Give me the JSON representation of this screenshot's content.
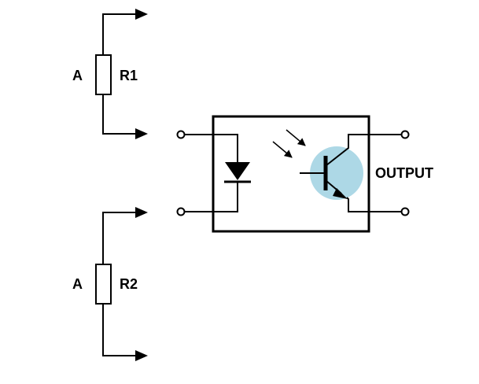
{
  "labels": {
    "r1_value": "A",
    "r1_name": "R1",
    "r2_value": "A",
    "r2_name": "R2",
    "output": "OUTPUT"
  },
  "colors": {
    "line": "#000000",
    "transistor_glow": "#add8e6",
    "background": "#ffffff"
  },
  "components": {
    "resistors": [
      "R1",
      "R2"
    ],
    "optocoupler": [
      "led-diode",
      "phototransistor"
    ]
  }
}
